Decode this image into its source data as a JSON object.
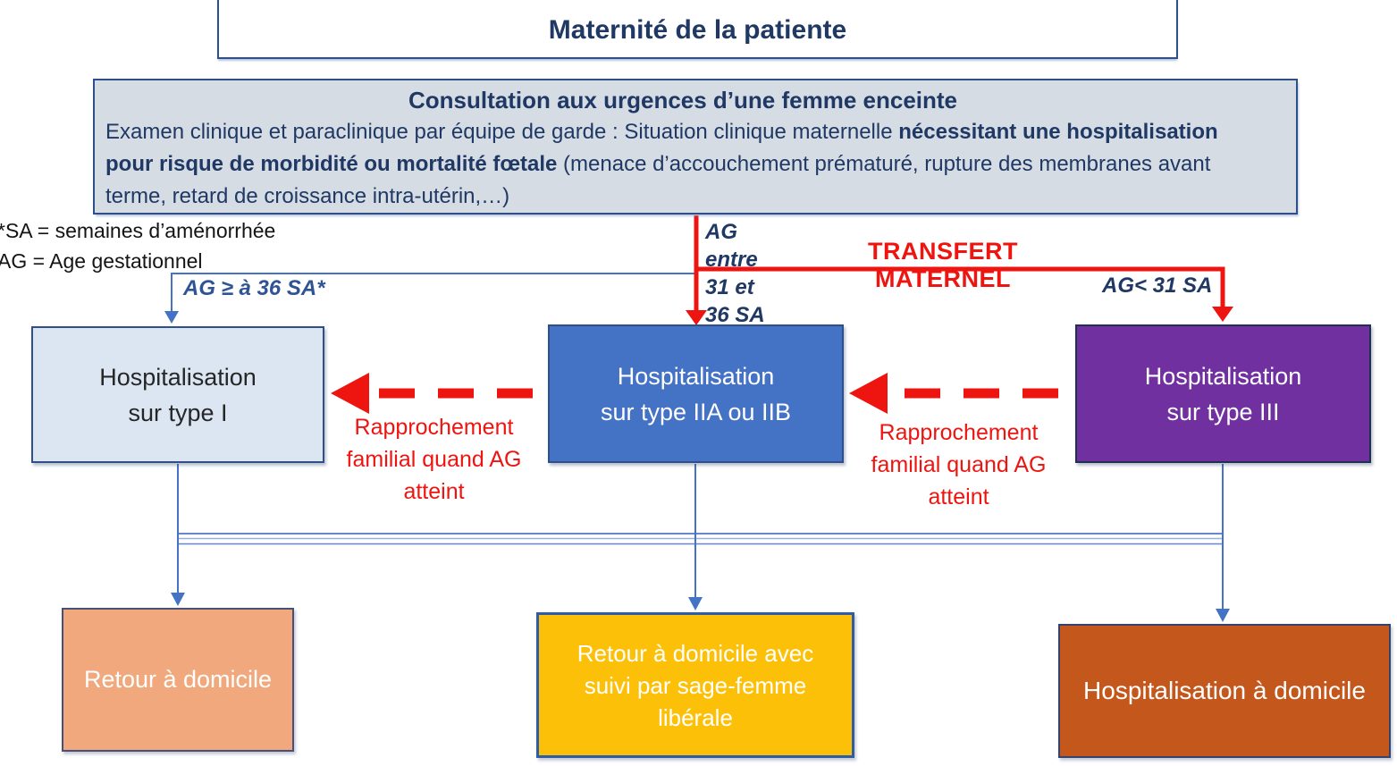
{
  "title_box": {
    "text": "Maternité de la patiente"
  },
  "consultation_box": {
    "title": "Consultation aux urgences d’une femme enceinte",
    "body_prefix": "Examen clinique et paraclinique par équipe de garde : Situation clinique maternelle ",
    "body_bold": "nécessitant une hospitalisation pour risque de morbidité ou mortalité fœtale",
    "body_suffix": " (menace d’accouchement prématuré, rupture des membranes avant terme, retard de croissance intra-utérin,…)"
  },
  "legend": {
    "sa": "*SA = semaines d’aménorrhée",
    "ag": "AG = Age gestationnel"
  },
  "edges": {
    "transfert_label": "TRANSFERT MATERNEL",
    "ag_mid_label": "AG\nentre\n31 et\n36 SA",
    "ag_left_label": "AG ≥ à 36 SA*",
    "ag_right_label": "AG< 31 SA",
    "rapprochement_left": "Rapprochement familial quand AG atteint",
    "rapprochement_right": "Rapprochement familial quand AG atteint"
  },
  "nodes": {
    "type1": {
      "label": "Hospitalisation\nsur type I",
      "bg": "#dce6f2"
    },
    "type2": {
      "label": "Hospitalisation\nsur type IIA ou IIB",
      "bg": "#4472c4"
    },
    "type3": {
      "label": "Hospitalisation\nsur type III",
      "bg": "#7030a0"
    },
    "retour": {
      "label": "Retour à domicile",
      "bg": "#f0a87c"
    },
    "retour_sf": {
      "label": "Retour à domicile avec suivi par sage-femme libérale",
      "bg": "#fdc008"
    },
    "had": {
      "label": "Hospitalisation à domicile",
      "bg": "#c4571c"
    }
  },
  "colors": {
    "red_arrow": "#ee1410",
    "blue_line": "#4472c4",
    "navy_border": "#2f4f88",
    "navy_text": "#1f3864",
    "consult_bg": "#d6dce4"
  }
}
